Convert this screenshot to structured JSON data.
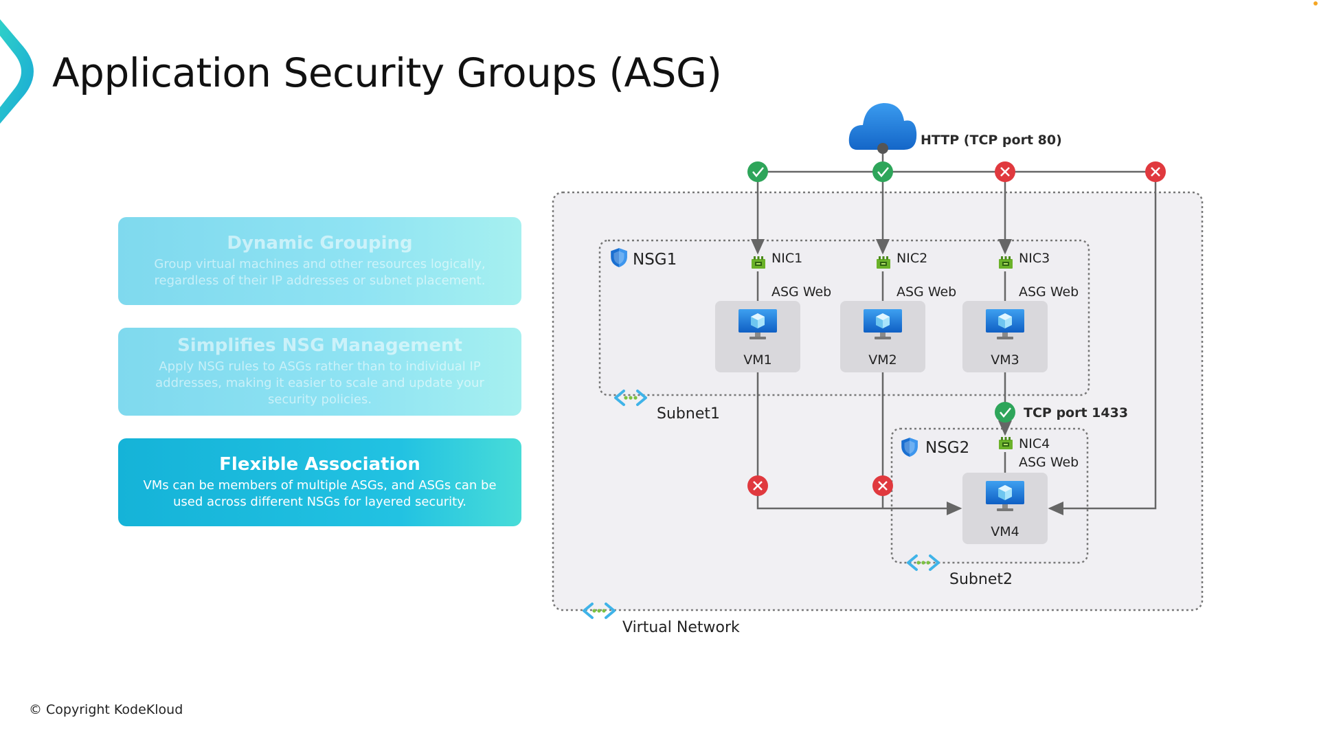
{
  "title": "Application Security Groups (ASG)",
  "cards": [
    {
      "heading": "Dynamic Grouping",
      "text": "Group virtual machines and other resources logically, regardless of their IP addresses or subnet placement."
    },
    {
      "heading": "Simplifies NSG Management",
      "text": "Apply NSG rules to ASGs rather than to individual IP addresses, making it easier to scale and update your security policies."
    },
    {
      "heading": "Flexible Association",
      "text": "VMs can be members of multiple ASGs, and ASGs can be used across different NSGs for layered security."
    }
  ],
  "diagram": {
    "http_label": "HTTP (TCP port 80)",
    "tcp_label": "TCP port 1433",
    "nsg1": "NSG1",
    "nsg2": "NSG2",
    "nics": [
      "NIC1",
      "NIC2",
      "NIC3",
      "NIC4"
    ],
    "asg": "ASG Web",
    "vms": [
      "VM1",
      "VM2",
      "VM3",
      "VM4"
    ],
    "subnet1": "Subnet1",
    "subnet2": "Subnet2",
    "vnet": "Virtual Network"
  },
  "copyright": "© Copyright KodeKloud",
  "colors": {
    "allow": "#2ea55a",
    "deny": "#e0393e",
    "accent": "#1fbcdc"
  }
}
